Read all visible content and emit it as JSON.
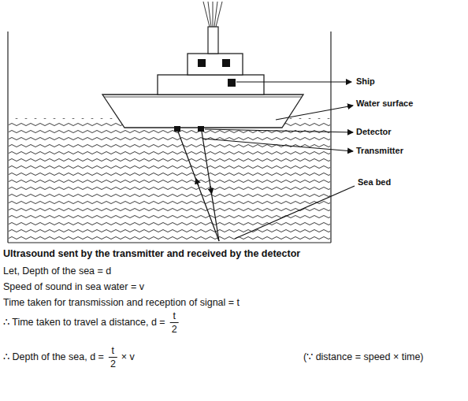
{
  "diagram": {
    "caption": "Ultrasound sent by the transmitter and received by the detector",
    "labels": [
      "Ship",
      "Water surface",
      "Detector",
      "Transmitter",
      "Sea bed",
      "Let, Depth of the sea = d",
      "Speed of sound in sea water = v",
      "Time taken for transmission and reception of signal = t",
      "∴ Time taken to travel a distance, d =",
      "t",
      "2",
      "∴ Depth of the sea, d =",
      "t",
      "2",
      "× v",
      "(∵ distance = speed × time)"
    ]
  }
}
